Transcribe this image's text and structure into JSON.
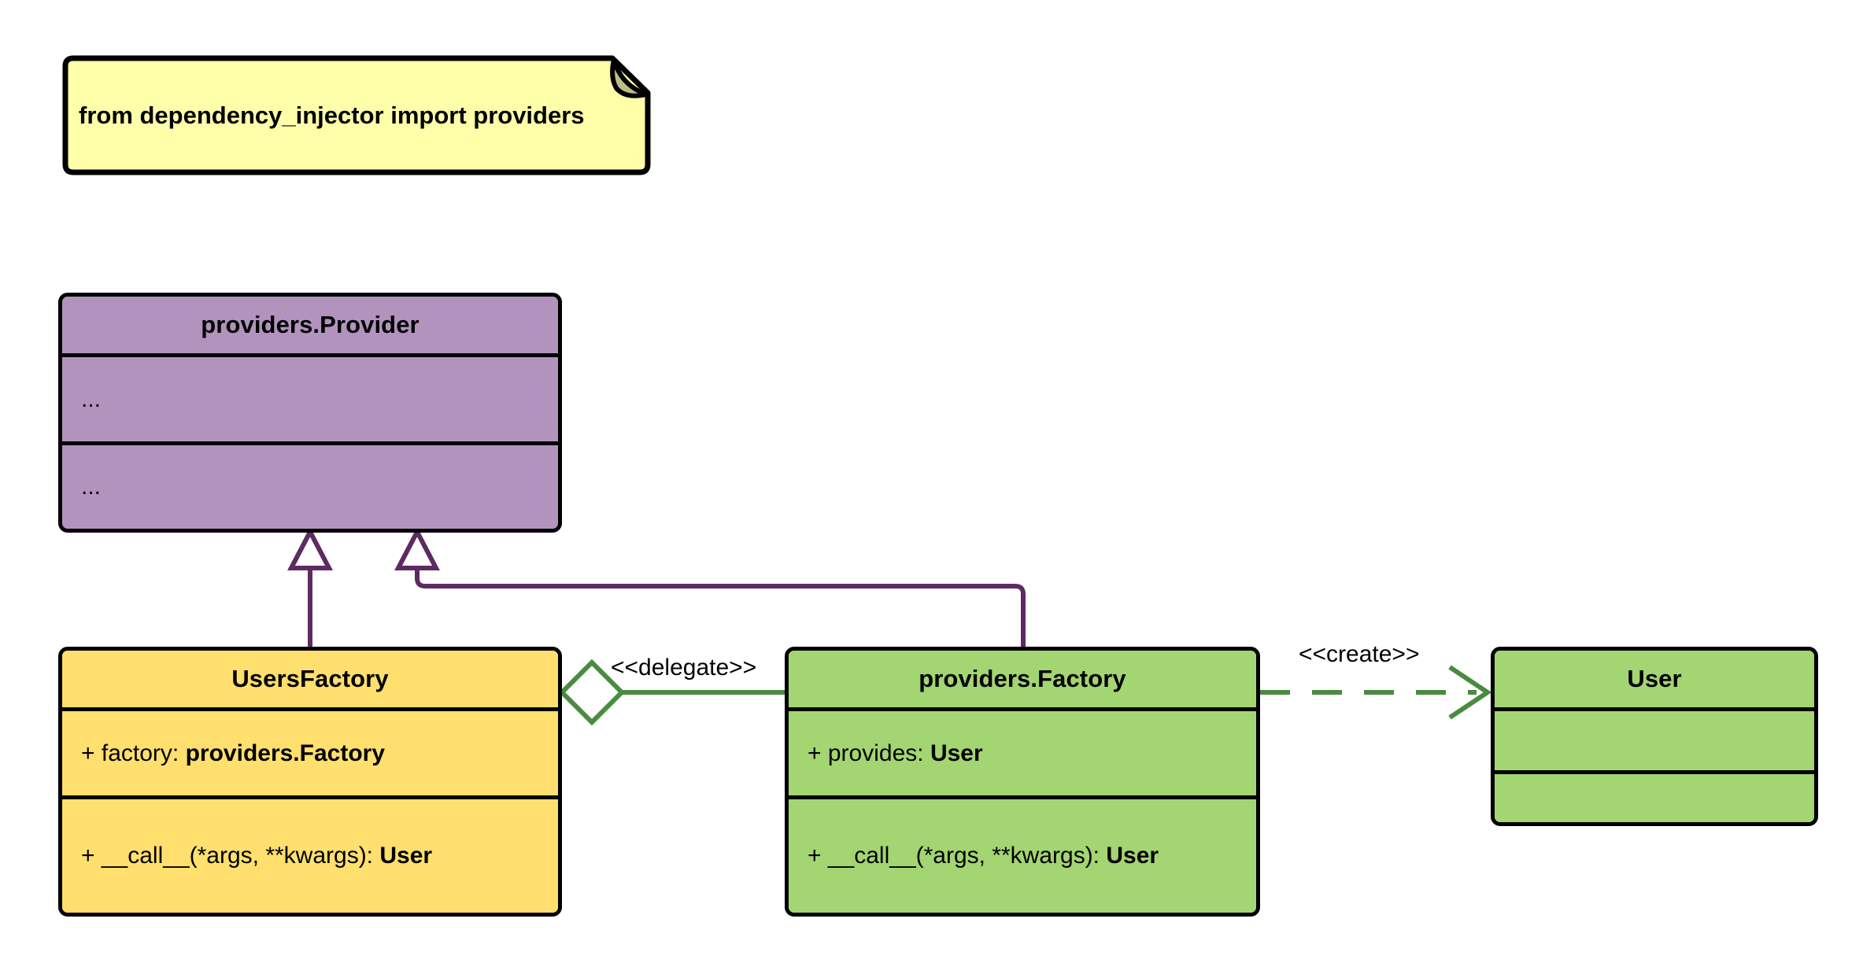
{
  "diagram": {
    "title": "Dependency Injector Factory provider UML class diagram",
    "type": "uml-class-diagram",
    "background": "#ffffff"
  },
  "note": {
    "id": "import-note",
    "text": "from dependency_injector import providers",
    "fill": "#ffffaa",
    "fold_fill": "#bdbd85",
    "stroke": "#000000"
  },
  "classes": [
    {
      "id": "providers-provider",
      "name": "providers.Provider",
      "fill": "#b293be",
      "stroke": "#000000",
      "attributes": [
        "..."
      ],
      "methods": [
        "..."
      ]
    },
    {
      "id": "usersfactory",
      "name": "UsersFactory",
      "fill": "#ffdf6d",
      "stroke": "#000000",
      "attributes": [
        {
          "visibility": "+",
          "name": "factory:",
          "type": "providers.Factory"
        }
      ],
      "methods": [
        {
          "visibility": "+",
          "name": "__call__(*args, **kwargs):",
          "type": "User"
        }
      ]
    },
    {
      "id": "providers-factory",
      "name": "providers.Factory",
      "fill": "#a3d572",
      "stroke": "#000000",
      "attributes": [
        {
          "visibility": "+",
          "name": "provides:",
          "type": "User"
        }
      ],
      "methods": [
        {
          "visibility": "+",
          "name": "__call__(*args, **kwargs):",
          "type": "User"
        }
      ]
    },
    {
      "id": "user",
      "name": "User",
      "fill": "#a3d572",
      "stroke": "#000000",
      "attributes": [],
      "methods": []
    }
  ],
  "relationships": [
    {
      "id": "gen-usersfactory-provider",
      "kind": "generalization",
      "from": "UsersFactory",
      "to": "providers.Provider",
      "label": "",
      "color": "#5e2a63",
      "line": "solid",
      "head": "hollow-triangle"
    },
    {
      "id": "gen-factory-provider",
      "kind": "generalization",
      "from": "providers.Factory",
      "to": "providers.Provider",
      "label": "",
      "color": "#5e2a63",
      "line": "solid",
      "head": "hollow-triangle"
    },
    {
      "id": "agg-usersfactory-factory",
      "kind": "aggregation",
      "from": "UsersFactory",
      "to": "providers.Factory",
      "label": "<<delegate>>",
      "color": "#4a8b42",
      "line": "solid",
      "head": "hollow-diamond"
    },
    {
      "id": "dep-factory-user",
      "kind": "dependency",
      "from": "providers.Factory",
      "to": "User",
      "label": "<<create>>",
      "color": "#4a8b42",
      "line": "dashed",
      "head": "open-arrow"
    }
  ],
  "labels": {
    "delegate": "<<delegate>>",
    "create": "<<create>>"
  },
  "placeholders": {
    "ellipsis": "..."
  }
}
